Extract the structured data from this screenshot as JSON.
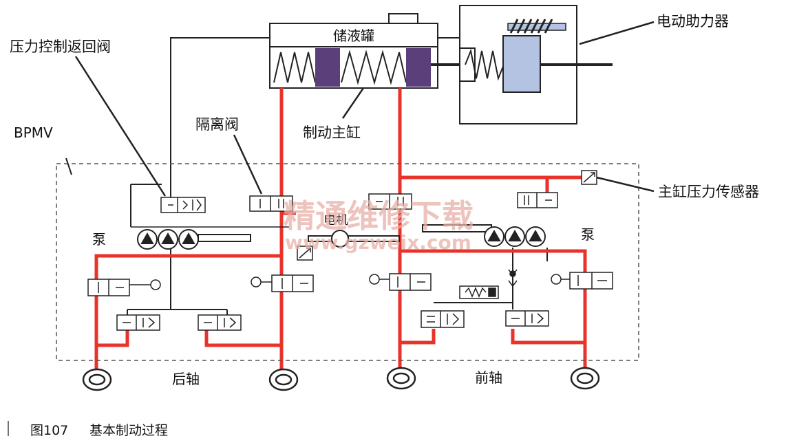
{
  "labels": {
    "reservoir": "储液罐",
    "booster": "电动助力器",
    "pressure_control_valve": "压力控制返回阀",
    "isolation_valve": "隔离阀",
    "master_cylinder": "制动主缸",
    "bpmv": "BPMV",
    "master_cylinder_pressure_sensor": "主缸压力传感器",
    "pump_left": "泵",
    "pump_right": "泵",
    "motor": "电机",
    "rear_axle": "后轴",
    "front_axle": "前轴"
  },
  "watermark": {
    "line1": "精通维修下载",
    "line2": "www.gzweix.com"
  },
  "caption": {
    "figure_no": "图107",
    "title": "基本制动过程"
  },
  "colors": {
    "pressure_line": "#e8332b",
    "line": "#222222",
    "piston": "#5a3f7a",
    "booster_body": "#b4c3e2",
    "watermark": "#e8b0a8"
  }
}
